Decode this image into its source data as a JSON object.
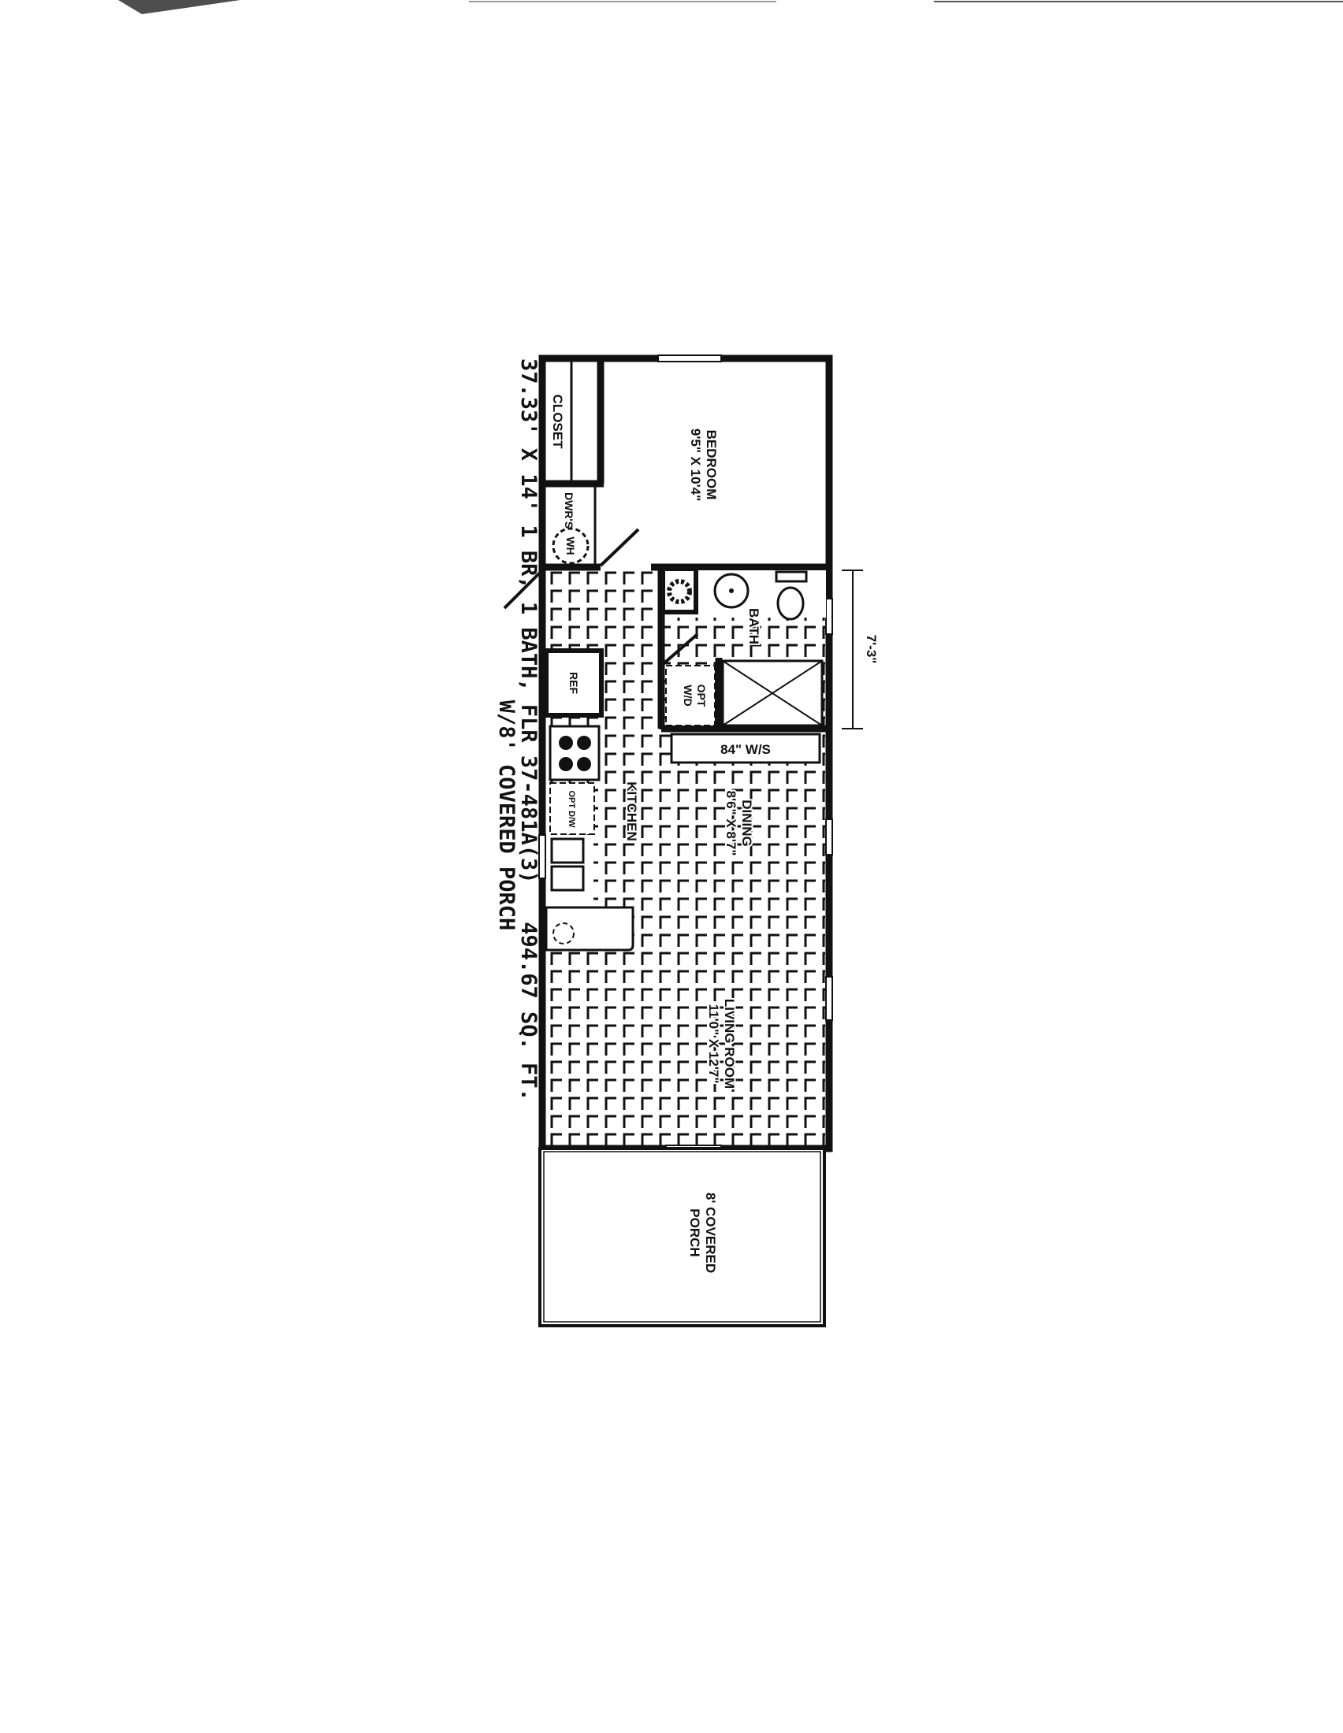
{
  "caption": {
    "line1": "37.33' X 14' 1 BR, 1 BATH, FLR 37-481A(3)   494.67 SQ. FT.",
    "line2": "W/8' COVERED PORCH"
  },
  "rooms": {
    "bedroom": {
      "name": "BEDROOM",
      "size": "9'5\" X 10'4\""
    },
    "closet": "CLOSET",
    "drawers": "DWR'S",
    "water_heater": "WH",
    "bath": "BATH",
    "opt_wd": {
      "line1": "OPT",
      "line2": "W/D"
    },
    "ref": "REF",
    "opt_dw": "OPT D/W",
    "kitchen": "KITCHEN",
    "dining": {
      "name": "DINING",
      "size": "8'6\" X 8'7\""
    },
    "living": {
      "name": "LIVING ROOM",
      "size": "11'0\" X 12'7\""
    },
    "porch": {
      "line1": "8' COVERED",
      "line2": "PORCH"
    },
    "ws": "84\" W/S"
  },
  "dimension": "7'-3\""
}
